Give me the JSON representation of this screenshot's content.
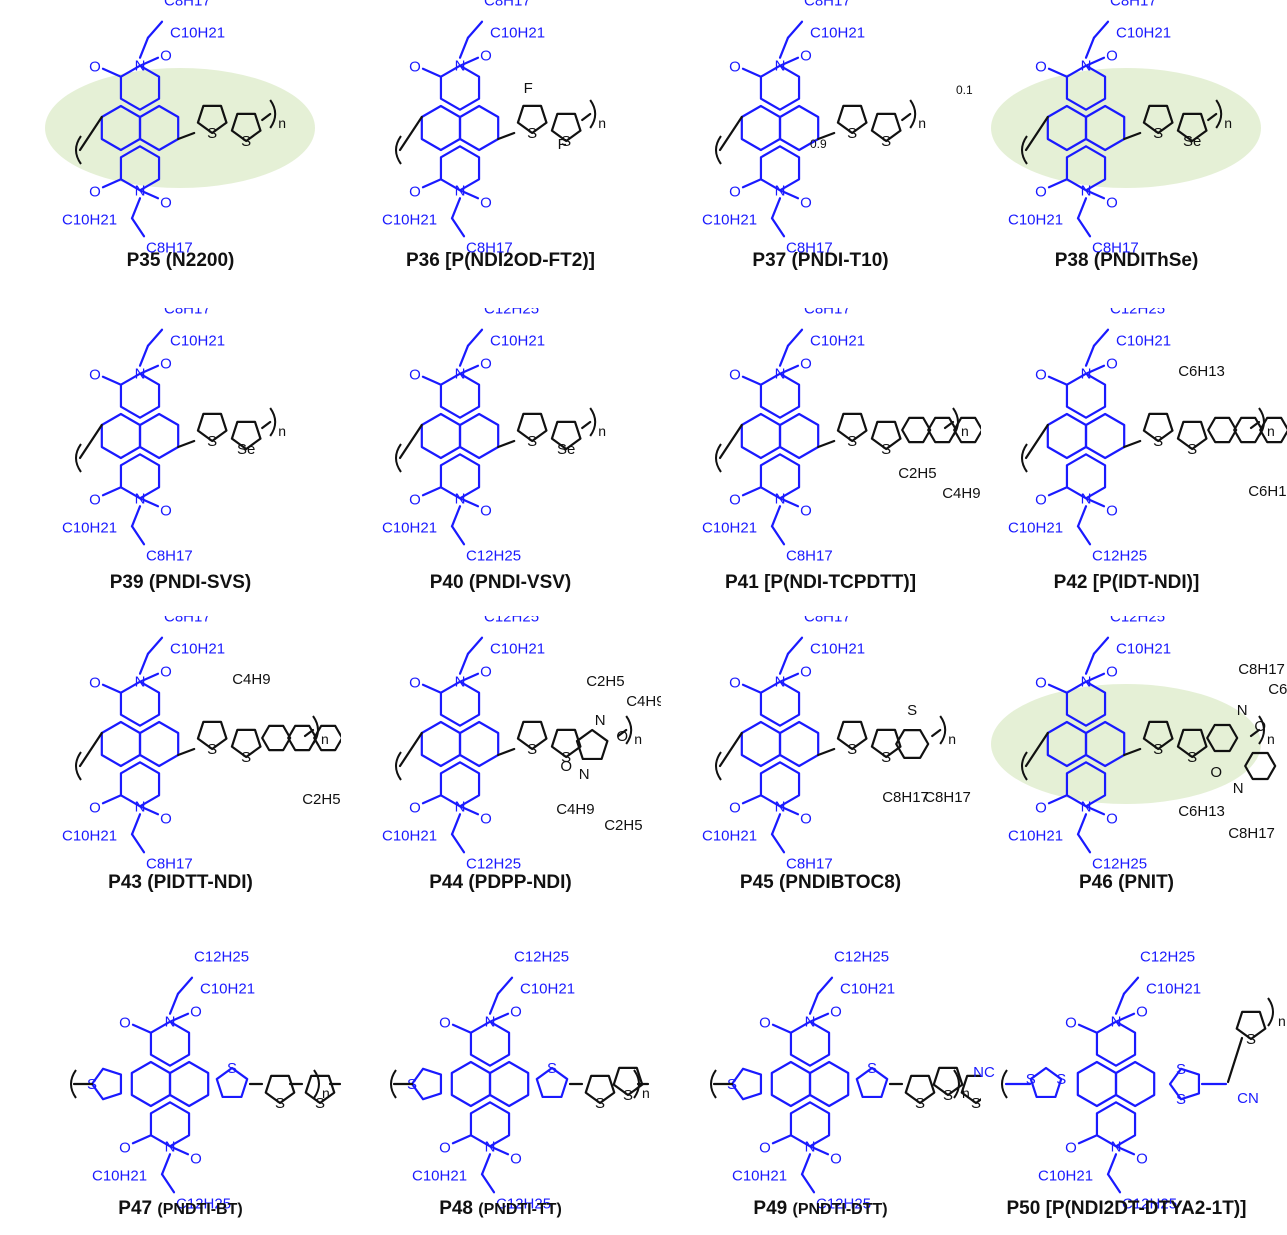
{
  "colors": {
    "naphthalene_diimide": "#1a1aff",
    "comonomer": "#111111",
    "highlight": "#cfe3b4",
    "text": "#111111"
  },
  "labels": {
    "repeat": "n",
    "fraction_a": "0.9",
    "fraction_b": "0.1"
  },
  "atoms": {
    "oxygen": "O",
    "nitrogen": "N",
    "sulfur": "S",
    "selenium": "Se",
    "fluorine": "F",
    "cyano": "NC",
    "cyano_right": "CN"
  },
  "alkyl": {
    "c8": "C8H17",
    "c10": "C10H21",
    "c12": "C12H25",
    "c6": "C6H13",
    "c4": "C4H9",
    "c2": "C2H5",
    "oc8": "O"
  },
  "polymers": [
    {
      "code": "P35",
      "alias": "(N2200)",
      "small": false
    },
    {
      "code": "P36",
      "alias": "[P(NDI2OD-FT2)]",
      "small": false
    },
    {
      "code": "P37",
      "alias": "(PNDI-T10)",
      "small": false
    },
    {
      "code": "P38",
      "alias": "(PNDIThSe)",
      "small": false
    },
    {
      "code": "P39",
      "alias": "(PNDI-SVS)",
      "small": false
    },
    {
      "code": "P40",
      "alias": "(PNDI-VSV)",
      "small": false
    },
    {
      "code": "P41",
      "alias": "[P(NDI-TCPDTT)]",
      "small": false
    },
    {
      "code": "P42",
      "alias": "[P(IDT-NDI)]",
      "small": false
    },
    {
      "code": "P43",
      "alias": "(PIDTT-NDI)",
      "small": false
    },
    {
      "code": "P44",
      "alias": "(PDPP-NDI)",
      "small": false
    },
    {
      "code": "P45",
      "alias": "(PNDIBTOC8)",
      "small": false
    },
    {
      "code": "P46",
      "alias": "(PNIT)",
      "small": false
    },
    {
      "code": "P47",
      "alias": "(PNDTI-BT)",
      "small": true
    },
    {
      "code": "P48",
      "alias": "(PNDTI-TT)",
      "small": true
    },
    {
      "code": "P49",
      "alias": "(PNDTI-DTT)",
      "small": true
    },
    {
      "code": "P50",
      "alias": "[P(NDI2DT-DTYA2-1T)]",
      "small": false
    }
  ]
}
